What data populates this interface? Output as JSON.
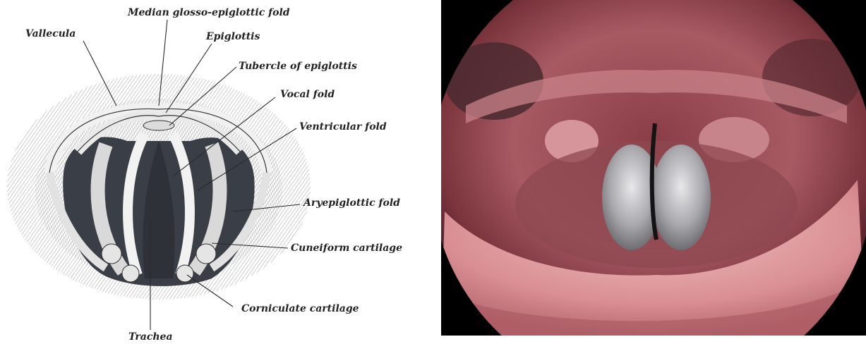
{
  "illustration": {
    "labels": {
      "median_glosso_epiglottic_fold": "Median glosso-epiglottic fold",
      "vallecula": "Vallecula",
      "epiglottis": "Epiglottis",
      "tubercle_of_epiglottis": "Tubercle of epiglottis",
      "vocal_fold": "Vocal fold",
      "ventricular_fold": "Ventricular fold",
      "aryepiglottic_fold": "Aryepiglottic fold",
      "cuneiform_cartilage": "Cuneiform cartilage",
      "corniculate_cartilage": "Corniculate cartilage",
      "trachea": "Trachea"
    },
    "colors": {
      "ink": "#2a2a2a",
      "dark_cavity": "#3a3e46",
      "tissue_light": "#e6e6e6"
    }
  },
  "photo": {
    "colors": {
      "background": "#000000",
      "tissue_pink": "#b86a72",
      "tissue_deep": "#6b2f38",
      "vocal_cord_silver": "#b9b9bd"
    }
  }
}
